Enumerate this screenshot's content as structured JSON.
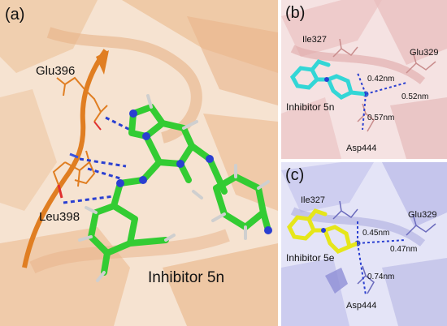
{
  "panels": {
    "a": {
      "label": "(a)",
      "residues": [
        "Glu396",
        "Leu398"
      ],
      "inhibitor": "Inhibitor 5n"
    },
    "b": {
      "label": "(b)",
      "residues": [
        "Ile327",
        "Glu329",
        "Asp444"
      ],
      "inhibitor": "Inhibitor 5n",
      "distances": [
        "0.42nm",
        "0.52nm",
        "0.57nm"
      ]
    },
    "c": {
      "label": "(c)",
      "residues": [
        "Ile327",
        "Glu329",
        "Asp444"
      ],
      "inhibitor": "Inhibitor 5e",
      "distances": [
        "0.45nm",
        "0.47nm",
        "0.74nm"
      ]
    }
  },
  "colors": {
    "panel_a_bg": "#f4dcc6",
    "panel_b_bg": "#f3dcdc",
    "panel_c_bg": "#dcdcf3",
    "inhibitor_a": "#33cc33",
    "inhibitor_b": "#33d6d6",
    "inhibitor_c": "#e6e61a",
    "hbond": "#2a3fd1",
    "protein_a": "#e58a2e"
  }
}
